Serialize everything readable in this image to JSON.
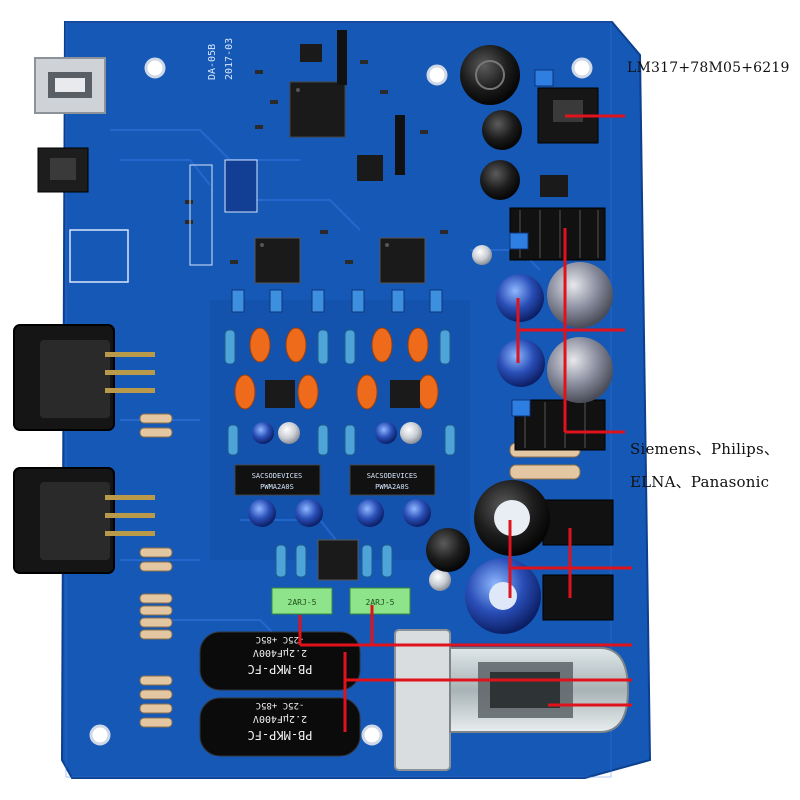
{
  "captions": {
    "regulators": "LM317+78M05+6219",
    "brands_line1": "Siemens、Philips、",
    "brands_line2": "ELNA、Panasonic"
  },
  "board": {
    "model": "DA-05B",
    "date": "2017-03",
    "chip_brand": "SACSODEVICES",
    "chip_code": "PWMA2A0S",
    "film_cap_text": "PB-MKP-FC",
    "film_cap_rating": "2.2μF400V",
    "film_cap_temp": "-25C +85C",
    "relay_text": "2ARJ-5"
  },
  "colors": {
    "pcb": "#1558b6",
    "pcb_dark": "#0f4596",
    "annotation_line": "#e0121b",
    "background": "#ffffff"
  }
}
